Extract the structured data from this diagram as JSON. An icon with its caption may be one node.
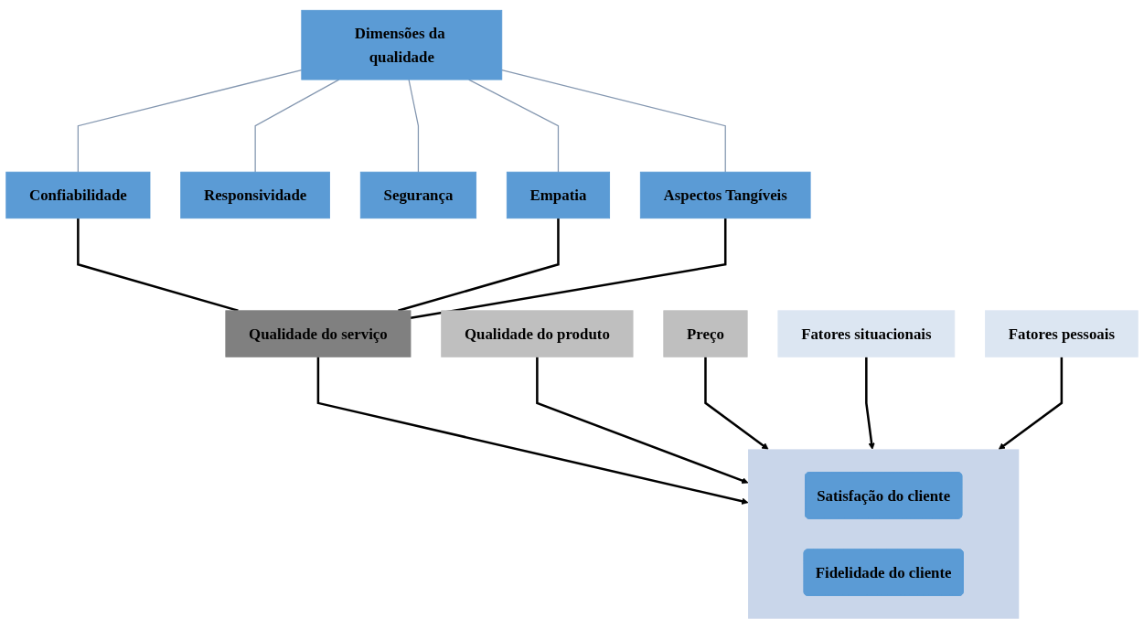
{
  "diagram": {
    "nodes": [
      {
        "text": [
          "Dimensões da qualidade"
        ]
      },
      {
        "text": [
          "Confiabilidade"
        ]
      },
      {
        "text": [
          "Responsividade"
        ]
      },
      {
        "text": [
          "Segurança"
        ]
      },
      {
        "text": [
          "Empatia"
        ]
      },
      {
        "text": [
          "Aspectos Tangíveis"
        ]
      },
      {
        "text": [
          "Qualidade do serviço"
        ]
      },
      {
        "text": [
          "Qualidade do produto"
        ]
      },
      {
        "text": [
          "Preço"
        ]
      },
      {
        "text": [
          "Fatores situacionais"
        ]
      },
      {
        "text": [],
        "shape": "arrow"
      },
      {
        "text": [
          "Satisfação do cliente"
        ],
        "in": 10
      },
      {
        "text": [
          "Fidelidade do cliente"
        ],
        "in": 10
      },
      {
        "text": [
          "Fatores pessoais"
        ]
      }
    ],
    "edges": [
      {
        "from": 0,
        "to": 1,
        "arrow": "none",
        "color": "#8497b0"
      },
      {
        "from": 0,
        "to": 2,
        "arrow": "none",
        "color": "#8497b0"
      },
      {
        "from": 0,
        "to": 3,
        "arrow": "none",
        "color": "#8497b0"
      },
      {
        "from": 0,
        "to": 4,
        "arrow": "none",
        "color": "#8497b0"
      },
      {
        "from": 0,
        "to": 5,
        "arrow": "none",
        "color": "#8497b0"
      },
      {
        "from": 1,
        "to": 6,
        "arrow": "none"
      },
      {
        "from": 4,
        "to": 6,
        "arrow": "none"
      },
      {
        "from": 5,
        "to": 6,
        "arrow": "none"
      },
      {
        "from": 6,
        "to": 10,
        "arrow": "to"
      },
      {
        "from": 7,
        "to": 10,
        "arrow": "to"
      },
      {
        "from": 8,
        "to": 10,
        "arrow": "to"
      },
      {
        "from": 9,
        "to": 10,
        "arrow": "to"
      },
      {
        "from": 13,
        "to": 10,
        "arrow": "to"
      }
    ]
  }
}
